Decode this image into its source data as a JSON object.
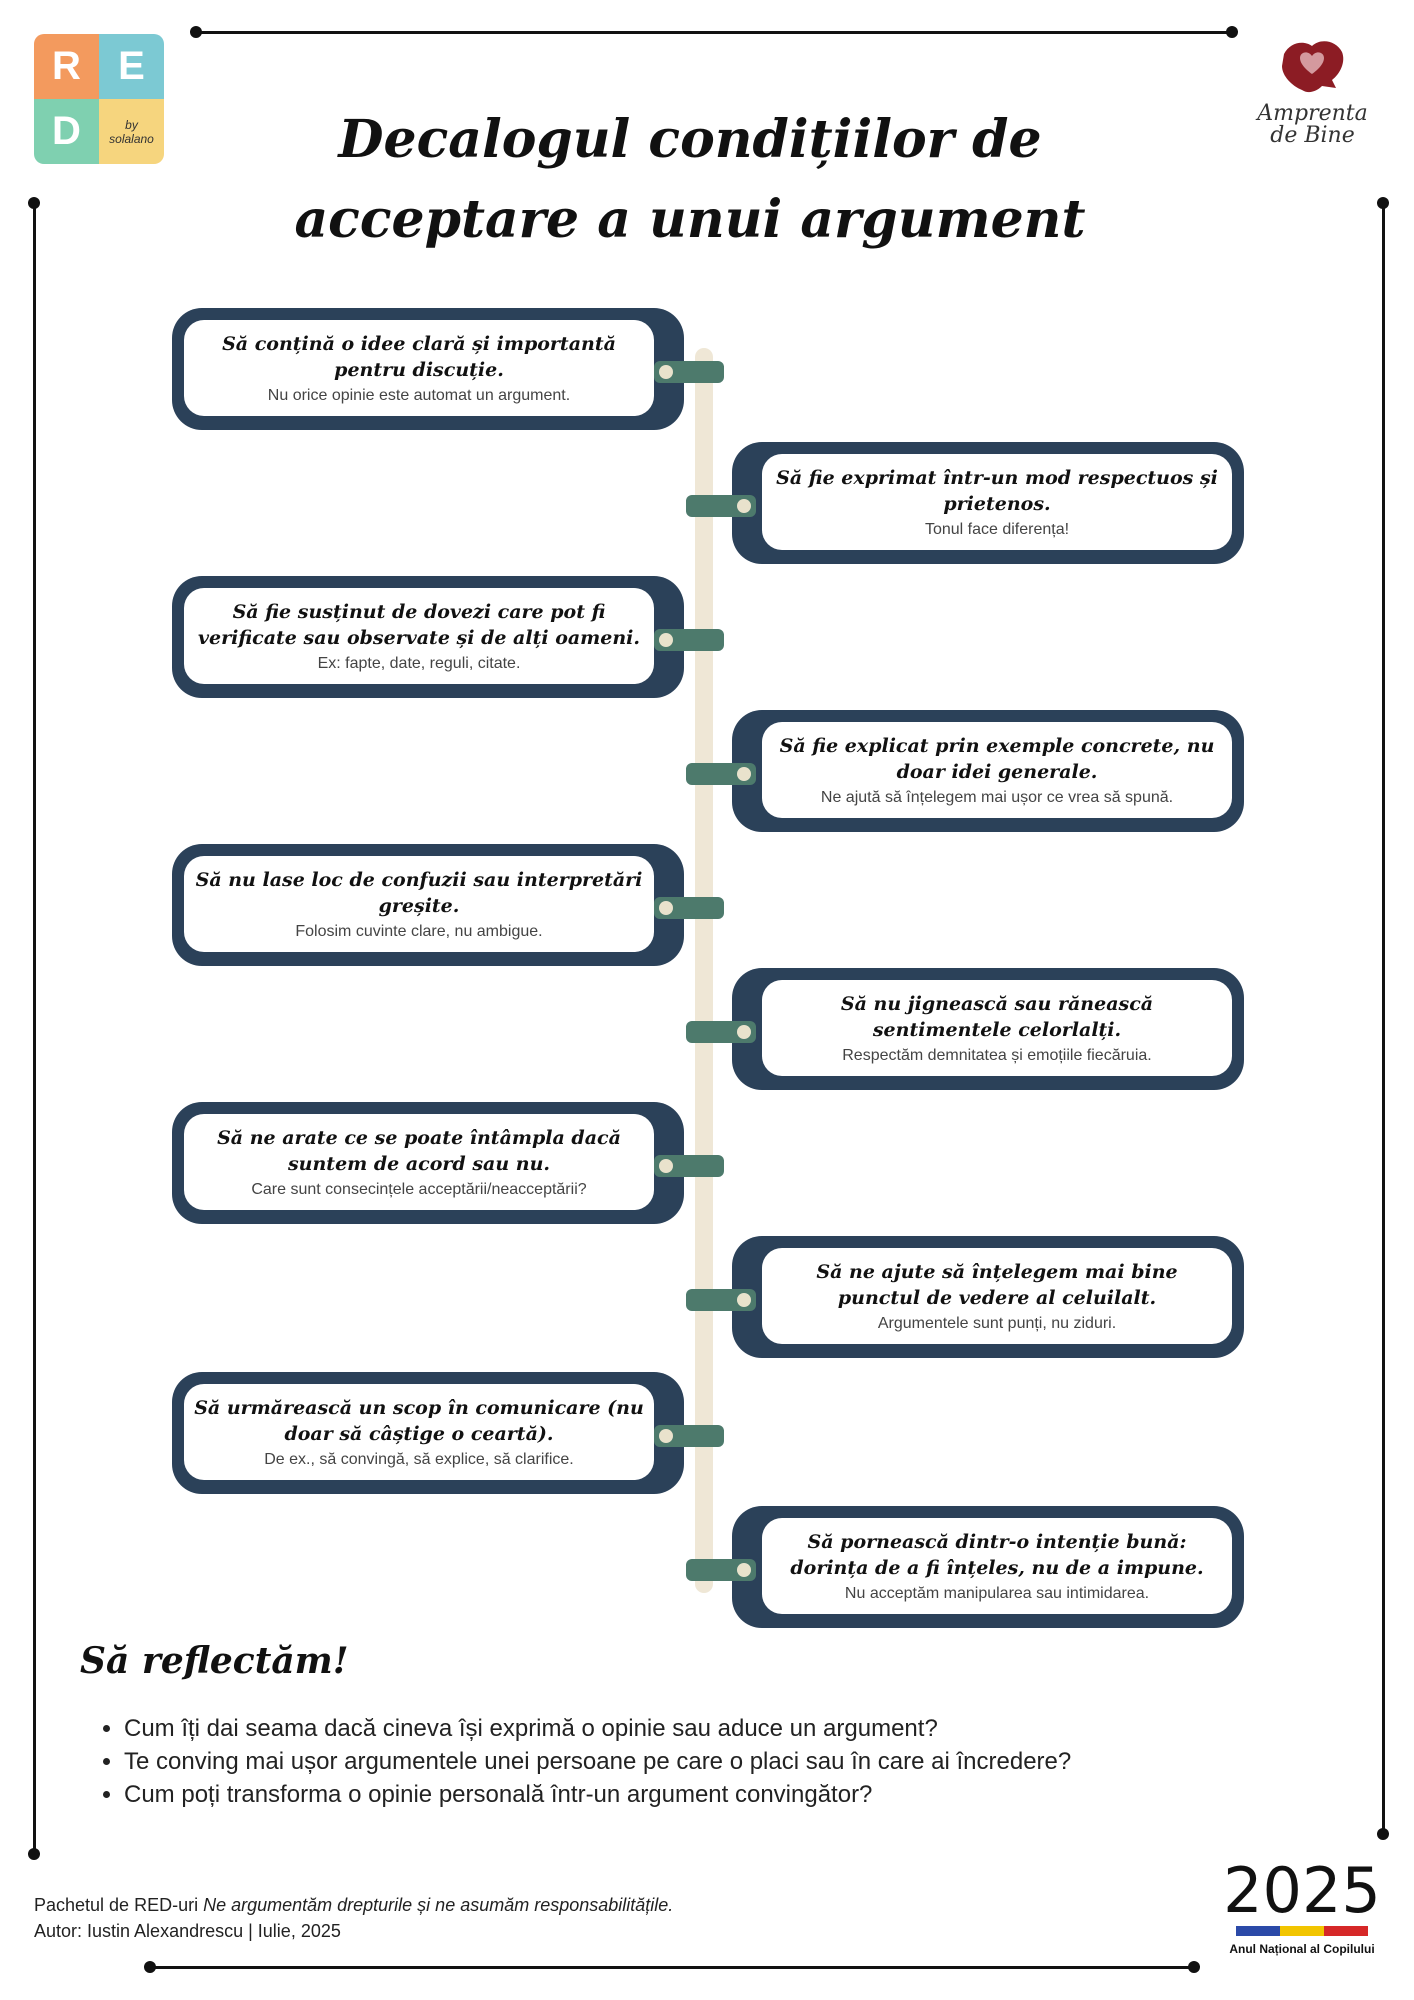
{
  "title": "Decalogul condițiilor de acceptare a unui argument",
  "logos": {
    "red_letters": [
      "R",
      "E",
      "D"
    ],
    "red_byline_1": "by",
    "red_byline_2": "solalano",
    "amprenta_line1": "Amprenta",
    "amprenta_line2": "de Bine",
    "year_text": "2025",
    "year_caption": "Anul Național al Copilului"
  },
  "colors": {
    "card_border": "#2b4159",
    "connector": "#4d7a6c",
    "spine": "#efe7d6"
  },
  "conditions": [
    {
      "title": "Să conțină o idee clară și importantă pentru discuție.",
      "note": "Nu orice opinie este automat un argument."
    },
    {
      "title": "Să fie exprimat într-un mod respectuos și prietenos.",
      "note": "Tonul face diferența!"
    },
    {
      "title": "Să fie susținut de dovezi care pot fi verificate sau observate și de alți oameni.",
      "note": "Ex: fapte, date, reguli, citate."
    },
    {
      "title": "Să fie explicat prin exemple concrete, nu doar idei generale.",
      "note": "Ne ajută să înțelegem mai ușor ce vrea să spună."
    },
    {
      "title": "Să nu lase loc de confuzii sau interpretări greșite.",
      "note": "Folosim cuvinte clare, nu ambigue."
    },
    {
      "title": "Să nu jignească sau rănească sentimentele celorlalți.",
      "note": "Respectăm demnitatea și emoțiile fiecăruia."
    },
    {
      "title": "Să ne arate ce se poate întâmpla dacă suntem de acord sau nu.",
      "note": "Care sunt consecințele acceptării/neacceptării?"
    },
    {
      "title": "Să ne ajute să înțelegem mai bine punctul de vedere al celuilalt.",
      "note": "Argumentele sunt punți, nu ziduri."
    },
    {
      "title": "Să urmărească un scop în comunicare (nu doar să câștige o ceartă).",
      "note": "De ex., să convingă, să explice, să clarifice."
    },
    {
      "title": "Să pornească dintr-o intenție bună: dorința de a fi înțeles, nu de a impune.",
      "note": "Nu acceptăm manipularea sau intimidarea."
    }
  ],
  "reflect": {
    "title": "Să reflectăm!",
    "questions": [
      "Cum îți dai seama dacă cineva își exprimă o opinie sau aduce un argument?",
      "Te conving mai ușor argumentele unei persoane pe care o placi sau în care ai încredere?",
      "Cum poți transforma o opinie personală într-un argument convingător?"
    ]
  },
  "footer": {
    "prefix": "Pachetul de RED-uri ",
    "package_title": "Ne argumentăm drepturile și ne asumăm responsabilitățile.",
    "author": "Autor: Iustin Alexandrescu | Iulie, 2025"
  }
}
